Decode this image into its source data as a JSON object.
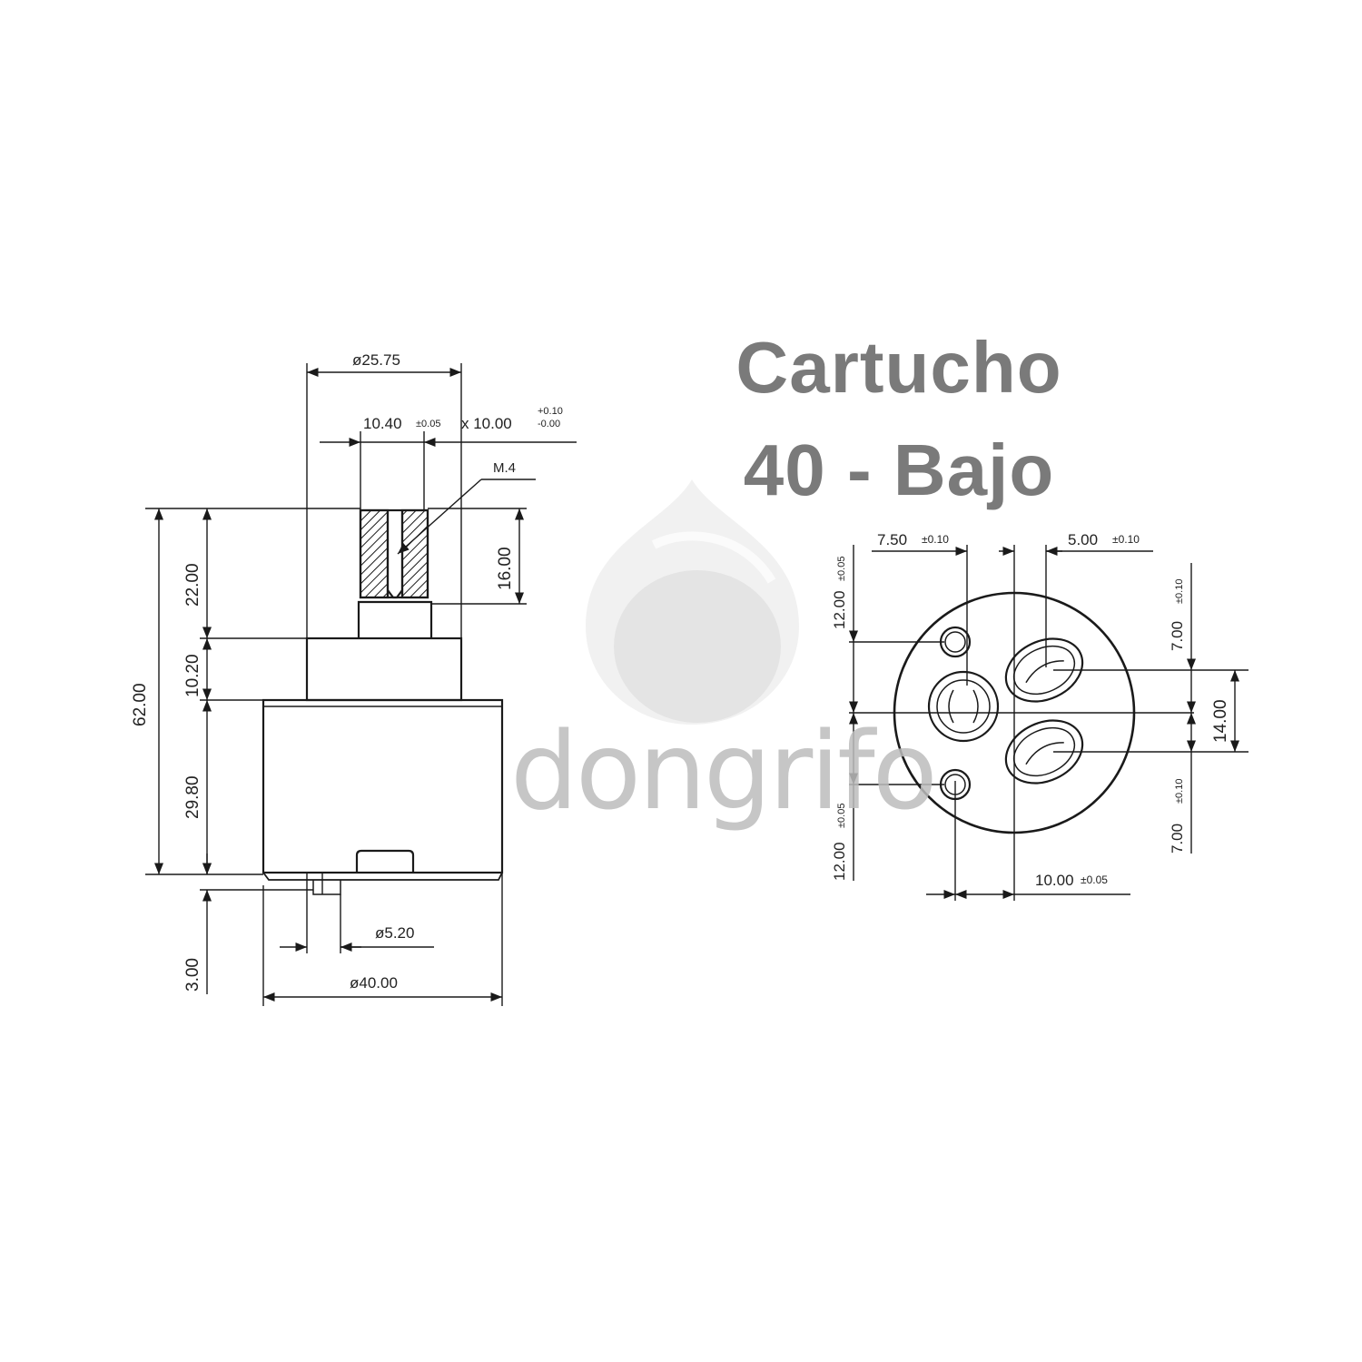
{
  "title": {
    "line1": "Cartucho",
    "line2": "40 - Bajo"
  },
  "watermark": {
    "brand": "dongrifo",
    "icon": "water-drop-icon"
  },
  "side_view": {
    "dia_top": "ø25.75",
    "slot_w": "10.40",
    "slot_w_tol": "±0.05",
    "slot_x": "x 10.00",
    "slot_tol_plus": "+0.10",
    "slot_tol_minus": "-0.00",
    "thread": "M.4",
    "h_total": "62.00",
    "h_stem": "22.00",
    "h_collar": "10.20",
    "h_body": "29.80",
    "h_base": "3.00",
    "h_slot": "16.00",
    "dia_pin": "ø5.20",
    "dia_body": "ø40.00"
  },
  "bottom_view": {
    "d_750": "7.50",
    "d_750_tol": "±0.10",
    "d_500": "5.00",
    "d_500_tol": "±0.10",
    "d_1200_top": "12.00",
    "d_1200_top_tol": "±0.05",
    "d_1200_bot": "12.00",
    "d_1200_bot_tol": "±0.05",
    "d_700_top": "7.00",
    "d_700_top_tol": "±0.10",
    "d_700_bot": "7.00",
    "d_700_bot_tol": "±0.10",
    "d_1400": "14.00",
    "d_1000": "10.00",
    "d_1000_tol": "±0.05"
  },
  "colors": {
    "line": "#1a1a1a",
    "title": "#7a7a7a",
    "watermark": "#bdbdbd"
  }
}
